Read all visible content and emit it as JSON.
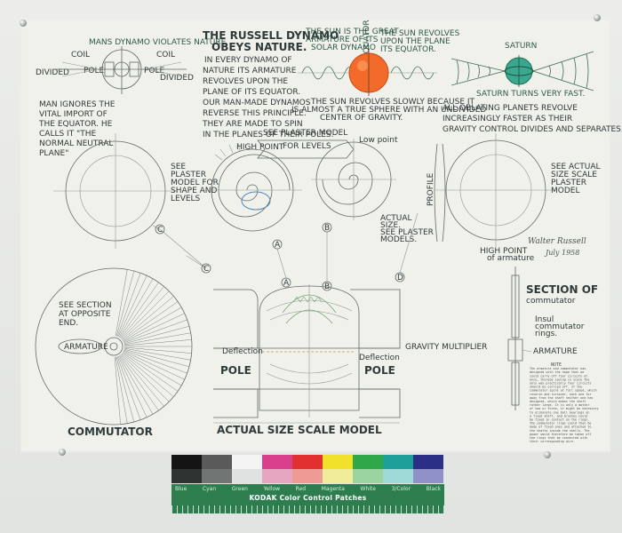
{
  "texts": {
    "dynamo_title": "MANS DYNAMO VIOLATES NATURE",
    "coil_left": "COIL",
    "coil_right": "COIL",
    "divided_left": "DIVIDED",
    "divided_right": "DIVIDED",
    "pole_left": "POLE",
    "pole_right": "POLE",
    "man_ignores": [
      "MAN IGNORES THE",
      "VITAL IMPORT OF",
      "THE EQUATOR. HE",
      "CALLS IT \"THE",
      "NORMAL NEUTRAL",
      "PLANE\""
    ],
    "russell_dynamo": [
      "THE RUSSELL DYNAMO",
      "OBEYS NATURE.",
      "IN EVERY DYNAMO OF",
      "NATURE ITS ARMATURE",
      "REVOLVES UPON THE",
      "PLANE OF ITS EQUATOR.",
      "OUR MAN-MADE DYNAMOS",
      "REVERSE THIS PRINCIPLE.",
      "THEY ARE MADE TO SPIN",
      "IN THE PLANES OF THEIR POLES."
    ],
    "sun_armature": [
      "THE SUN IS THE GREAT",
      "ARMATURE OF ITS",
      "SOLAR DYNAMO"
    ],
    "equator": "EQUATOR",
    "sun_revolves": [
      "THE SUN REVOLVES",
      "UPON THE PLANE",
      "ITS EQUATOR."
    ],
    "sun_slowly": [
      "THE SUN REVOLVES SLOWLY BECAUSE IT",
      "IS ALMOST A TRUE SPHERE WITH AN UNDIVIDED",
      "CENTER OF GRAVITY."
    ],
    "saturn": "SATURN",
    "saturn_fast": "SATURN TURNS VERY FAST.",
    "oblating": [
      "ALL OBLATING PLANETS REVOLVE",
      "INCREASINGLY FASTER AS THEIR",
      "GRAVITY CONTROL DIVIDES AND SEPARATES."
    ],
    "see_plaster": [
      "SEE PLASTER MODEL",
      "FOR LEVELS"
    ],
    "see_plaster_shape": [
      "SEE",
      "PLASTER",
      "MODEL FOR",
      "SHAPE AND",
      "LEVELS"
    ],
    "see_actual_size": [
      "SEE ACTUAL",
      "SIZE SCALE",
      "PLASTER",
      "MODEL"
    ],
    "actual_size": [
      "ACTUAL",
      "SIZE.",
      "SEE PLASTER",
      "MODELS."
    ],
    "high_point": [
      "HIGH POINT",
      "of armature"
    ],
    "low_point": "Low point",
    "profile": "PROFILE",
    "see_section": [
      "SEE SECTION",
      "AT OPPOSITE",
      "END."
    ],
    "armature": "ARMATURE",
    "commutator": "COMMUTATOR",
    "pole_big_left": "POLE",
    "pole_big_right": "POLE",
    "deflection_left": "Deflection",
    "deflection_right": "Deflection",
    "gravity_multiplier": "GRAVITY MULTIPLIER",
    "actual_size_scale": "ACTUAL SIZE SCALE MODEL",
    "section_of_commutator": [
      "SECTION OF",
      "commutator"
    ],
    "insulated_rings": [
      "Insul",
      "commutator",
      "rings."
    ],
    "armature_small": "ARMATURE",
    "letters": [
      "A",
      "B",
      "C",
      "D"
    ],
    "signature": [
      "Walter Russell",
      "July 1958"
    ],
    "note": [
      "NOTE",
      "The armature and commutator was",
      "designed with the hope that we",
      "could carry off four circuits at",
      "once, thereby saving in scale the",
      "only way practically four circuits",
      "should be carried off. If the",
      "commutator spins at full speed, which",
      "reverse and turnover, each one for",
      "away from the shaft neither one has",
      "designed, which makes the shaft",
      "rather large. It is only a matter",
      "of two or three, it might be necessary",
      "to eliminate one ball bearings on",
      "a fixed shaft, and brushes could",
      "be fixed in contact on the rings.",
      "The commutator rings could then be",
      "made of fixed ones and attached to",
      "the shafts inside the shells. The",
      "power would therefore be taken off",
      "the rings that be connected with",
      "their corresponding wire."
    ]
  },
  "kodak": {
    "top_patches": [
      "#141414",
      "#5a5a5a",
      "#f4f4f4",
      "#d93f8a",
      "#e1302f",
      "#f2e12a",
      "#2fa84a",
      "#1e9f9a",
      "#2b2f86"
    ],
    "bottom_patches": [
      "#2f3331",
      "#717574",
      "#dfe2e1",
      "#e7a6bf",
      "#ee9b95",
      "#f1ec9a",
      "#9bd4a0",
      "#9fd9d8",
      "#8f90c7"
    ],
    "labels": [
      "Blue",
      "Cyan",
      "Green",
      "Yellow",
      "Red",
      "Magenta",
      "White",
      "3/Color",
      "Black"
    ],
    "title": "KODAK Color Control Patches"
  },
  "colors": {
    "paper": "#f1f1ec",
    "pencil": "#606a66",
    "sun": "#f26b2a",
    "saturn": "#3aa88e",
    "ink_green": "#3e6d57"
  }
}
